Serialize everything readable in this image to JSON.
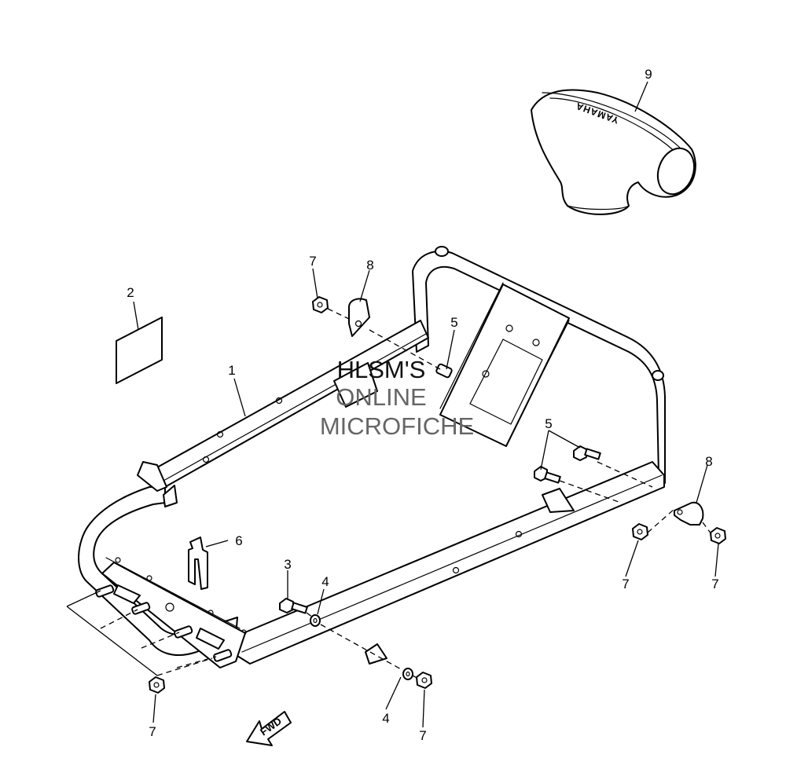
{
  "callouts": {
    "c1": "1",
    "c2": "2",
    "c3": "3",
    "c4a": "4",
    "c4b": "4",
    "c5a": "5",
    "c5b": "5",
    "c6": "6",
    "c7a": "7",
    "c7b": "7",
    "c7c": "7",
    "c7d": "7",
    "c7e": "7",
    "c8a": "8",
    "c8b": "8",
    "c9": "9"
  },
  "watermark": {
    "line1": "HLSM'S",
    "line2": "ONLINE",
    "line3": "MICROFICHE"
  },
  "cover_brand": "YAMAHA",
  "direction_arrow": "FWD"
}
